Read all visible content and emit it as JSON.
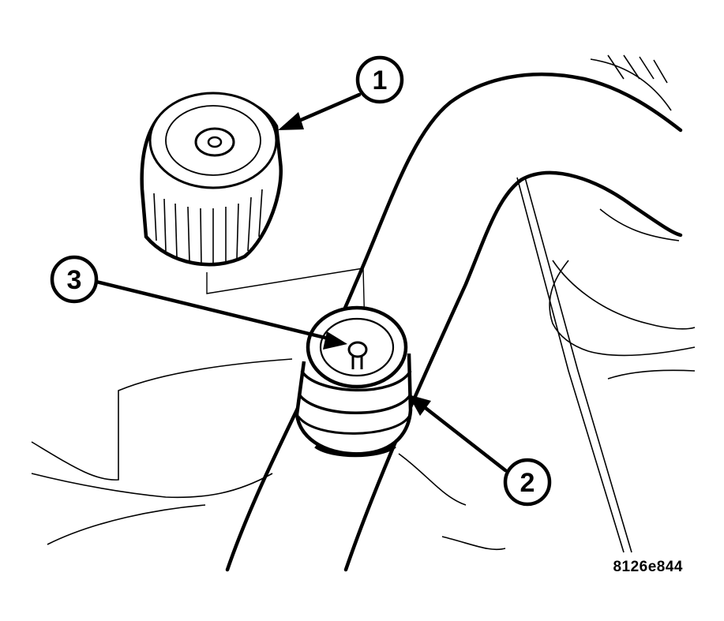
{
  "callouts": [
    {
      "id": "1",
      "label": "1"
    },
    {
      "id": "2",
      "label": "2"
    },
    {
      "id": "3",
      "label": "3"
    }
  ],
  "figure_id": "8126e844",
  "colors": {
    "ink": "#000000",
    "paper": "#ffffff"
  }
}
